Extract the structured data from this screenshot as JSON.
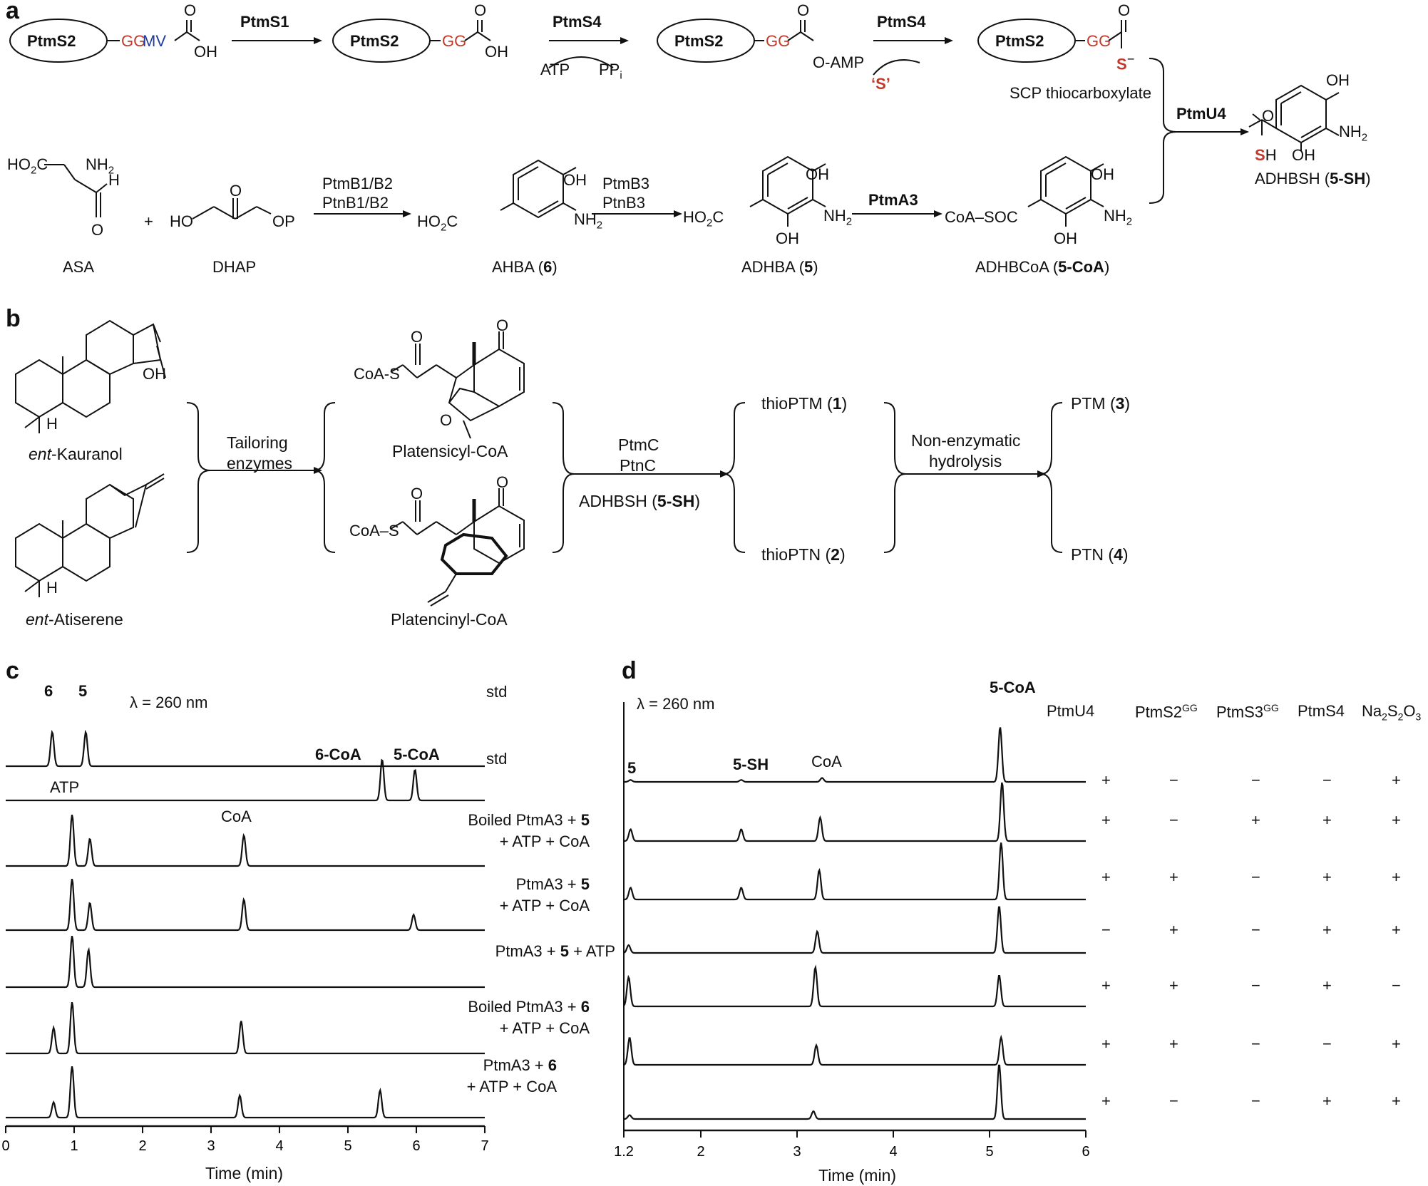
{
  "panels": {
    "a": "a",
    "b": "b",
    "c": "c",
    "d": "d"
  },
  "panel_a": {
    "protein": "PtmS2",
    "seq_gg": "GG",
    "seq_mv": "MV",
    "oh": "OH",
    "o": "O",
    "enzyme1": "PtmS1",
    "enzyme2": "PtmS4",
    "enzyme3": "PtmS4",
    "atp": "ATP",
    "ppi": "PP",
    "ppi_sub": "i",
    "o_amp": "O-AMP",
    "s_source": "‘S’",
    "s_minus": "S",
    "minus": "−",
    "scp_label": "SCP thiocarboxylate",
    "ptmu4": "PtmU4",
    "asa_label": "ASA",
    "dhap_label": "DHAP",
    "ho2c": "HO",
    "nh2": "NH",
    "h": "H",
    "plus": "+",
    "ho": "HO",
    "op": "OP",
    "b1b2_1": "PtmB1/B2",
    "b1b2_2": "PtnB1/B2",
    "b3_1": "PtmB3",
    "b3_2": "PtnB3",
    "ptma3": "PtmA3",
    "ahba": "AHBA (",
    "ahba_num": "6",
    "adhba": "ADHBA (",
    "adhba_num": "5",
    "adhbcoa": "ADHBCoA (",
    "adhbcoa_num": "5-CoA",
    "coasoc": "CoA–SOC",
    "adhbsh": "ADHBSH (",
    "adhbsh_num": "5-SH",
    "sh_s": "S",
    "sh_h": "H",
    "close": ")"
  },
  "panel_b": {
    "kauranol_it": "ent",
    "kauranol": "-Kauranol",
    "atiserene_it": "ent",
    "atiserene": "-Atiserene",
    "tailoring_1": "Tailoring",
    "tailoring_2": "enzymes",
    "platensicyl": "Platensicyl-CoA",
    "platencinyl": "Platencinyl-CoA",
    "coas1": "CoA-S",
    "coas2": "CoA–S",
    "ptmc": "PtmC",
    "ptnc": "PtnC",
    "adhbsh": "ADHBSH (",
    "adhbsh_num": "5-SH",
    "thioptm": "thioPTM (",
    "thioptm_num": "1",
    "thioptn": "thioPTN (",
    "thioptn_num": "2",
    "nonenz_1": "Non-enzymatic",
    "nonenz_2": "hydrolysis",
    "ptm": "PTM (",
    "ptm_num": "3",
    "ptn": "PTN (",
    "ptn_num": "4",
    "oh": "OH",
    "h": "H",
    "o": "O",
    "close": ")"
  },
  "panel_c": {
    "lambda": "λ = 260 nm",
    "peak_6": "6",
    "peak_5": "5",
    "peak_6coa": "6-CoA",
    "peak_5coa": "5-CoA",
    "atp": "ATP",
    "coa": "CoA",
    "xlabel": "Time (min)",
    "ticks": [
      "0",
      "1",
      "2",
      "3",
      "4",
      "5",
      "6",
      "7"
    ],
    "traces": [
      {
        "l1": "std",
        "l2": ""
      },
      {
        "l1": "std",
        "l2": ""
      },
      {
        "l1a": "Boiled PtmA3 + ",
        "l1b": "5",
        "l2": "+ ATP + CoA"
      },
      {
        "l1a": "PtmA3 + ",
        "l1b": "5",
        "l2": "+ ATP + CoA"
      },
      {
        "l1a": "PtmA3 + ",
        "l1b": "5",
        "l1c": " + ATP"
      },
      {
        "l1a": "Boiled PtmA3 + ",
        "l1b": "6",
        "l2": "+ ATP + CoA"
      },
      {
        "l1a": "PtmA3 + ",
        "l1b": "6",
        "l2": "+ ATP + CoA"
      }
    ]
  },
  "panel_d": {
    "lambda": "λ = 260 nm",
    "peak_5coa": "5-CoA",
    "peak_5": "5",
    "peak_5sh": "5-SH",
    "coa": "CoA",
    "xlabel": "Time (min)",
    "ticks": [
      "1.2",
      "2",
      "3",
      "4",
      "5",
      "6"
    ],
    "columns": [
      "PtmU4",
      "PtmS2",
      "PtmS3",
      "PtmS4",
      "Na"
    ],
    "sup_gg": "GG",
    "na_parts": [
      "Na",
      "2",
      "S",
      "2",
      "O",
      "3"
    ],
    "rows": [
      [
        "+",
        "−",
        "−",
        "−",
        "+"
      ],
      [
        "+",
        "−",
        "+",
        "+",
        "+"
      ],
      [
        "+",
        "+",
        "−",
        "+",
        "+"
      ],
      [
        "−",
        "+",
        "−",
        "+",
        "+"
      ],
      [
        "+",
        "+",
        "−",
        "+",
        "−"
      ],
      [
        "+",
        "+",
        "−",
        "−",
        "+"
      ],
      [
        "+",
        "−",
        "−",
        "+",
        "+"
      ]
    ]
  },
  "chart_data": [
    {
      "type": "line",
      "title": "λ = 260 nm",
      "xlabel": "Time (min)",
      "ylabel": "",
      "xlim": [
        0,
        7
      ],
      "x_ticks": [
        0,
        1,
        2,
        3,
        4,
        5,
        6,
        7
      ],
      "series": [
        {
          "name": "std",
          "peaks": [
            [
              0.68,
              1.0
            ],
            [
              1.17,
              1.0
            ]
          ]
        },
        {
          "name": "std",
          "peaks": [
            [
              5.5,
              1.2
            ],
            [
              5.98,
              0.9
            ]
          ]
        },
        {
          "name": "Boiled PtmA3 + 5 + ATP + CoA",
          "peaks": [
            [
              0.97,
              1.5
            ],
            [
              1.23,
              0.8
            ],
            [
              3.48,
              0.9
            ]
          ]
        },
        {
          "name": "PtmA3 + 5 + ATP + CoA",
          "peaks": [
            [
              0.97,
              1.5
            ],
            [
              1.23,
              0.8
            ],
            [
              3.48,
              0.9
            ],
            [
              5.96,
              0.45
            ]
          ]
        },
        {
          "name": "PtmA3 + 5 + ATP",
          "peaks": [
            [
              0.97,
              1.5
            ],
            [
              1.21,
              1.1
            ]
          ]
        },
        {
          "name": "Boiled PtmA3 + 6 + ATP + CoA",
          "peaks": [
            [
              0.7,
              0.75
            ],
            [
              0.97,
              1.5
            ],
            [
              3.44,
              0.95
            ]
          ]
        },
        {
          "name": "PtmA3 + 6 + ATP + CoA",
          "peaks": [
            [
              0.7,
              0.45
            ],
            [
              0.97,
              1.5
            ],
            [
              3.42,
              0.65
            ],
            [
              5.47,
              0.8
            ]
          ]
        }
      ]
    },
    {
      "type": "line",
      "title": "λ = 260 nm",
      "xlabel": "Time (min)",
      "ylabel": "",
      "xlim": [
        1.2,
        6
      ],
      "x_ticks": [
        1.2,
        2,
        3,
        4,
        5,
        6
      ],
      "series": [
        {
          "name": "PtmU4 + Na2S2O3",
          "peaks": [
            [
              1.27,
              0.05
            ],
            [
              2.42,
              0.05
            ],
            [
              3.26,
              0.1
            ],
            [
              5.11,
              1.4
            ]
          ]
        },
        {
          "name": "PtmU4 + PtmS3GG + PtmS4 + Na2S2O3",
          "peaks": [
            [
              1.27,
              0.3
            ],
            [
              2.42,
              0.3
            ],
            [
              3.24,
              0.6
            ],
            [
              5.13,
              1.5
            ]
          ]
        },
        {
          "name": "PtmU4 + PtmS2GG + PtmS4 + Na2S2O3",
          "peaks": [
            [
              1.27,
              0.3
            ],
            [
              2.42,
              0.3
            ],
            [
              3.23,
              0.75
            ],
            [
              5.12,
              1.45
            ]
          ]
        },
        {
          "name": "PtmS2GG + PtmS4 + Na2S2O3",
          "peaks": [
            [
              1.25,
              0.2
            ],
            [
              3.21,
              0.55
            ],
            [
              5.1,
              1.2
            ]
          ]
        },
        {
          "name": "PtmU4 + PtmS2GG + PtmS4",
          "peaks": [
            [
              1.25,
              0.75
            ],
            [
              3.19,
              1.0
            ],
            [
              5.1,
              0.8
            ]
          ]
        },
        {
          "name": "PtmU4 + PtmS2GG + Na2S2O3",
          "peaks": [
            [
              1.26,
              0.7
            ],
            [
              3.2,
              0.5
            ],
            [
              5.12,
              0.7
            ]
          ]
        },
        {
          "name": "PtmU4 + PtmS4 + Na2S2O3",
          "peaks": [
            [
              1.26,
              0.1
            ],
            [
              3.17,
              0.2
            ],
            [
              5.1,
              1.4
            ]
          ]
        }
      ]
    }
  ]
}
